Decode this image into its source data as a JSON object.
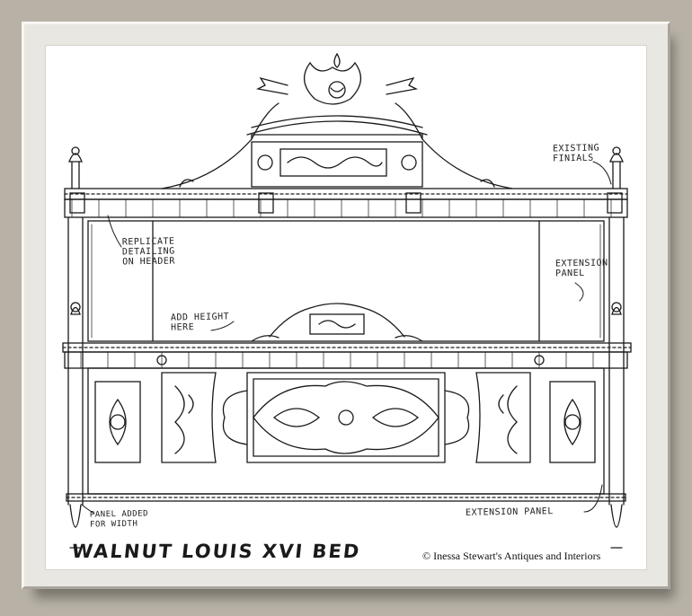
{
  "drawing": {
    "title": "WALNUT LOUIS XVI BED",
    "copyright": "© Inessa Stewart's Antiques and Interiors"
  },
  "notes": {
    "existing_finials": "EXISTING\nFINIALS",
    "replicate_detailing": "REPLICATE\nDETAILING\nON HEADER",
    "extension_panel_upper": "EXTENSION\nPANEL",
    "add_height": "ADD HEIGHT\nHERE",
    "panel_added_width": "PANEL ADDED\nFOR WIDTH",
    "extension_panel_lower": "EXTENSION PANEL"
  },
  "colors": {
    "background": "#b8b2a6",
    "mat": "#e9e7e1",
    "paper": "#ffffff",
    "ink": "#1a1a1a"
  }
}
